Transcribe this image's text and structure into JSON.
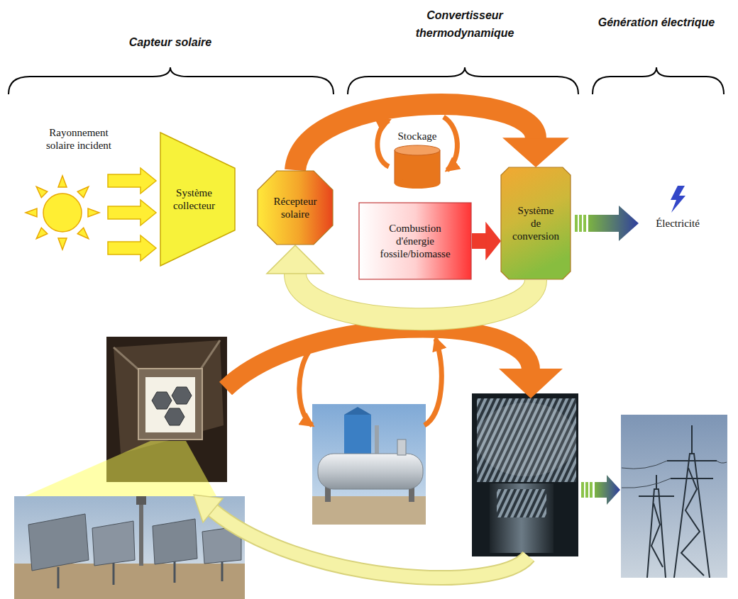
{
  "diagram": {
    "nodes": [
      {
        "text": [
          "Système collecteur"
        ]
      },
      {
        "text": [
          "Récepteur solaire"
        ]
      },
      {
        "text": [
          "Stockage"
        ]
      },
      {
        "text": [
          "Combustion d'énergie fossile/biomasse"
        ]
      },
      {
        "text": [
          "Système de conversion"
        ]
      }
    ],
    "edges": [
      {
        "from": 1,
        "to": 4,
        "arrow": "to"
      },
      {
        "from": 3,
        "to": 4,
        "arrow": "to"
      },
      {
        "from": 4,
        "to": 1,
        "arrow": "to"
      }
    ],
    "labels": [
      "Capteur solaire",
      "Convertisseur thermodynamique",
      "Génération électrique",
      "Rayonnement solaire incident",
      "Électricité"
    ]
  }
}
